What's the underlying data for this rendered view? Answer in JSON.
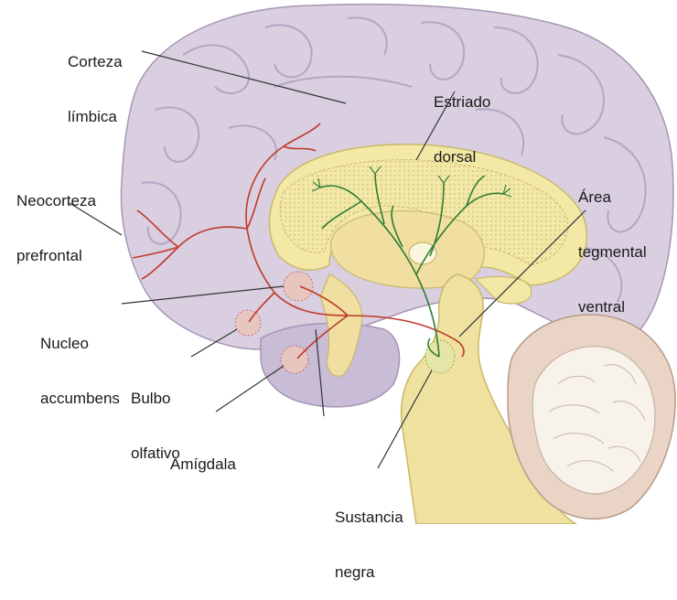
{
  "labels": {
    "corteza_limbica": [
      "Corteza",
      "límbica"
    ],
    "estriado_dorsal": [
      "Estriado",
      "dorsal"
    ],
    "neocorteza_prefrontal": [
      "Neocorteza",
      "prefrontal"
    ],
    "area_tegmental_ventral": [
      "Área",
      "tegmental",
      "ventral"
    ],
    "nucleo_accumbens": [
      "Nucleo",
      "accumbens"
    ],
    "bulbo_olfativo": [
      "Bulbo",
      "olfativo"
    ],
    "amigdala": [
      "Amígdala"
    ],
    "sustancia_negra": [
      "Sustancia",
      "negra"
    ]
  },
  "colors": {
    "cortex": "#d9cfe0",
    "cortex_shadow": "#bfb1cc",
    "striatum": "#f3e8a6",
    "brainstem": "#efe2a0",
    "dopamine_pathway_mesolimbic": "#c0392b",
    "dopamine_pathway_nigrostriatal": "#2e7d32",
    "cerebellum": "#f2eee4",
    "leader_line": "#333333"
  }
}
